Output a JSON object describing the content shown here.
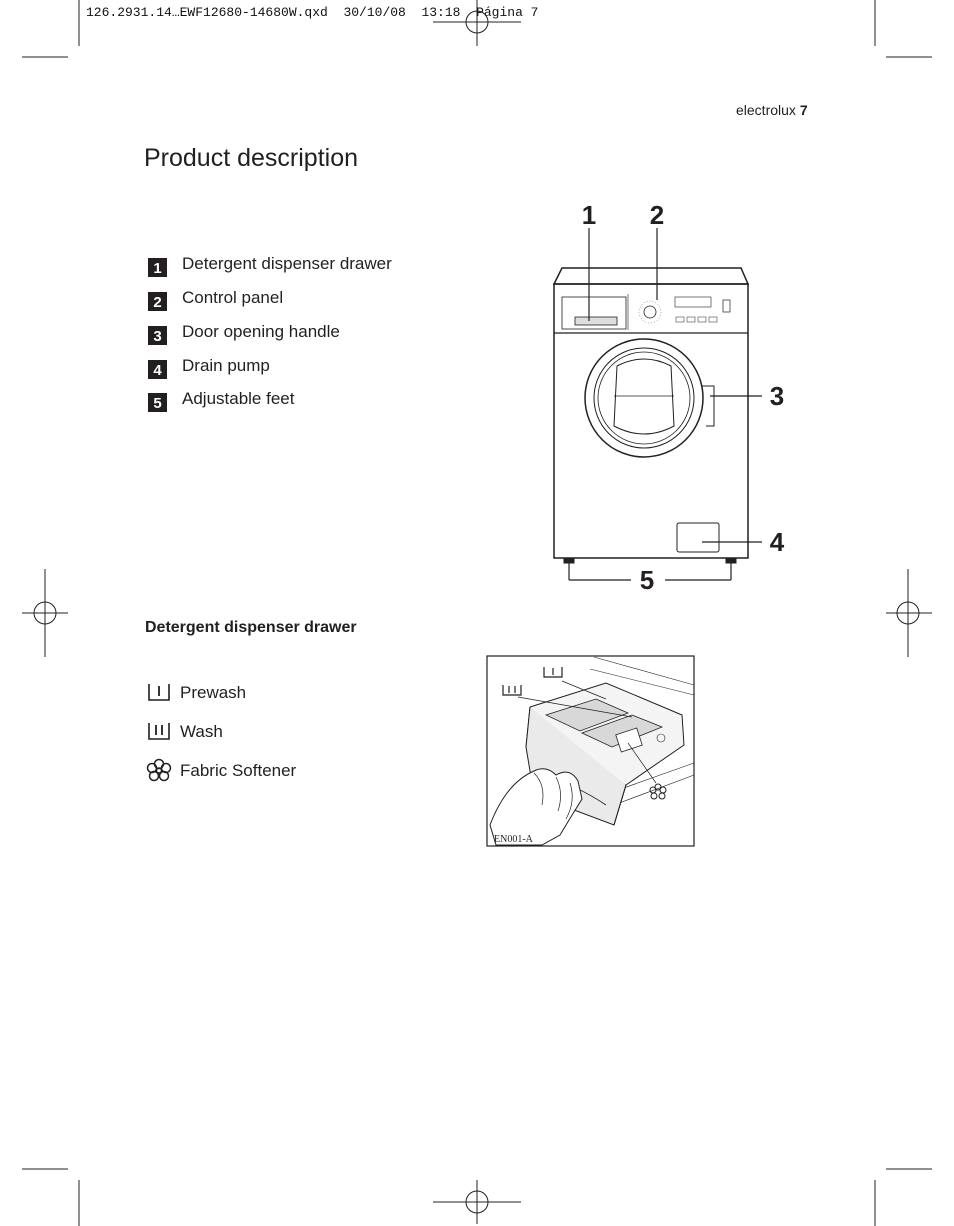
{
  "file_slug": "126.2931.14…EWF12680-14680W.qxd  30/10/08  13:18  Página 7",
  "running_header": {
    "brand": "electrolux",
    "page_number": "7"
  },
  "title": "Product description",
  "components": [
    {
      "number": "1",
      "label": "Detergent dispenser drawer"
    },
    {
      "number": "2",
      "label": "Control panel"
    },
    {
      "number": "3",
      "label": "Door opening handle"
    },
    {
      "number": "4",
      "label": "Drain pump"
    },
    {
      "number": "5",
      "label": "Adjustable feet"
    }
  ],
  "section_heading": "Detergent dispenser drawer",
  "compartments": [
    {
      "icon": "prewash-icon",
      "label": "Prewash"
    },
    {
      "icon": "wash-icon",
      "label": "Wash"
    },
    {
      "icon": "fabric-softener-icon",
      "label": "Fabric Softener"
    }
  ],
  "drawer_figure_code": "EN001-A"
}
